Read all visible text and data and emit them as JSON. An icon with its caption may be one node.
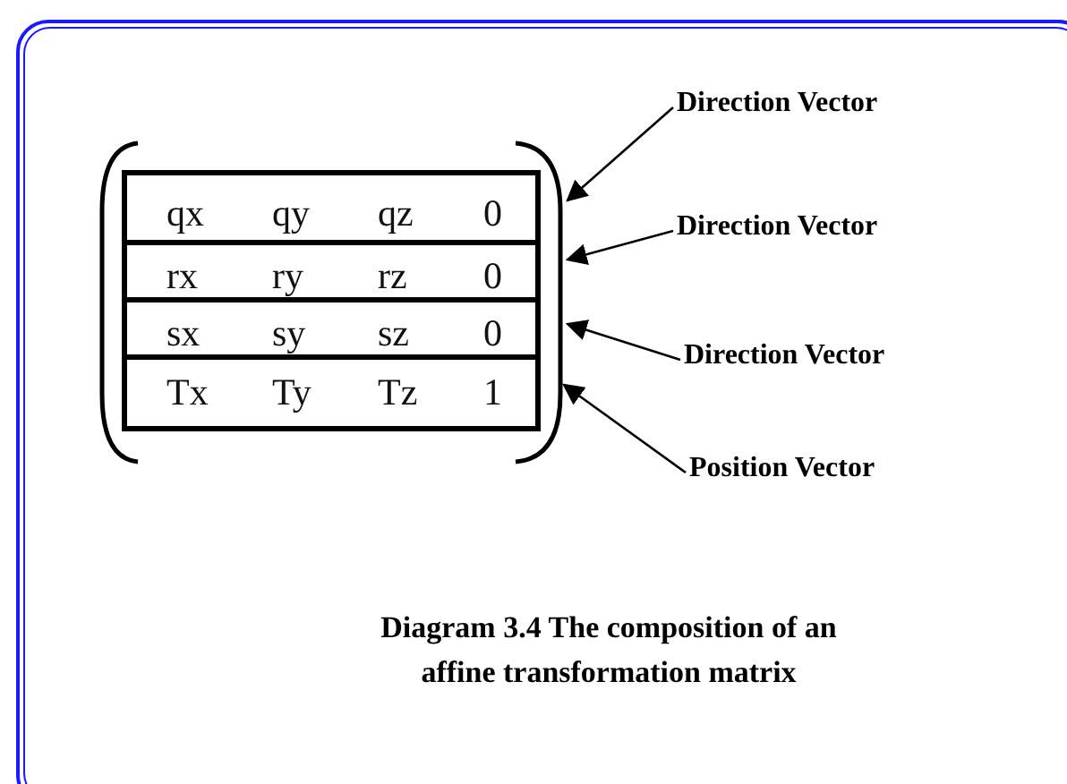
{
  "diagram": {
    "caption": "Diagram 3.4 The composition of an affine transformation matrix",
    "nodes": [
      {
        "text": [],
        "shape": "box"
      },
      {
        "text": [
          "qx",
          "qy",
          "qz",
          "0"
        ],
        "in": 0
      },
      {
        "text": [
          "rx",
          "ry",
          "rz",
          "0"
        ],
        "in": 0
      },
      {
        "text": [
          "sx",
          "sy",
          "sz",
          "0"
        ],
        "in": 0
      },
      {
        "text": [
          "Tx",
          "Ty",
          "Tz",
          "1"
        ],
        "in": 0
      },
      {
        "text": [
          "Direction Vector"
        ]
      },
      {
        "text": [
          "Direction Vector"
        ]
      },
      {
        "text": [
          "Direction Vector"
        ]
      },
      {
        "text": [
          "Position Vector"
        ]
      }
    ],
    "edges": [
      {
        "from": 5,
        "to": 1,
        "arrow": "to"
      },
      {
        "from": 6,
        "to": 2,
        "arrow": "to"
      },
      {
        "from": 7,
        "to": 3,
        "arrow": "to"
      },
      {
        "from": 8,
        "to": 4,
        "arrow": "to"
      }
    ]
  }
}
